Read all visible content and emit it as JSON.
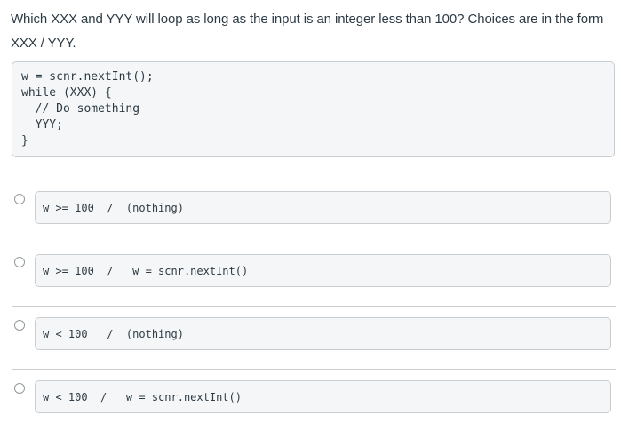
{
  "question": {
    "text": "Which XXX and YYY will loop as long as the input is an integer less than 100? Choices are in the form XXX / YYY."
  },
  "code_block": {
    "code": "w = scnr.nextInt();\nwhile (XXX) {\n  // Do something\n  YYY;\n}"
  },
  "options": [
    {
      "id": 1,
      "label": "w >= 100  /  (nothing)",
      "selected": false
    },
    {
      "id": 2,
      "label": "w >= 100  /   w = scnr.nextInt()",
      "selected": false
    },
    {
      "id": 3,
      "label": "w < 100   /  (nothing)",
      "selected": false
    },
    {
      "id": 4,
      "label": "w < 100  /   w = scnr.nextInt()",
      "selected": false
    }
  ],
  "colors": {
    "background": "#ffffff",
    "text": "#2d3b45",
    "panel_bg": "#f5f6f7",
    "panel_border": "#c7cdd1",
    "divider": "#c7cdd1",
    "radio_border": "#90999e"
  }
}
